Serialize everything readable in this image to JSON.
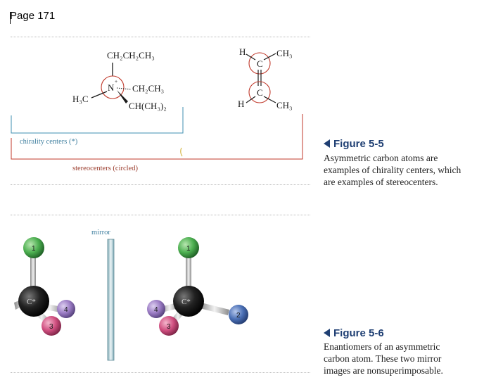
{
  "page_label": "Page 171",
  "figure_5_5": {
    "molecule_left": {
      "top": "CH₂CH₂CH₃",
      "center": "N",
      "right_upper": "CH₂CH₃",
      "right_lower": "CH(CH₃)₂",
      "left": "H₃C"
    },
    "molecule_right": {
      "h_top": "H",
      "ch3_top": "CH₃",
      "c_top": "C",
      "c_bottom": "C",
      "h_bottom": "H",
      "ch3_bottom": "CH₃"
    },
    "chirality_label": "chirality centers (*)",
    "stereocenters_label": "stereocenters (circled)",
    "title": "Figure 5-5",
    "caption": [
      "Asymmetric carbon atoms are",
      "examples of chirality centers, which",
      "are examples of stereocenters."
    ]
  },
  "figure_5_6": {
    "mirror_label": "mirror",
    "left_model": {
      "center": "C*",
      "atom1": "1",
      "atom3": "3",
      "atom4": "4"
    },
    "right_model": {
      "center": "C*",
      "atom1": "1",
      "atom2": "2",
      "atom3": "3",
      "atom4": "4"
    },
    "title": "Figure 5-6",
    "caption": [
      "Enantiomers of an asymmetric",
      "carbon atom. These two mirror",
      "images are nonsuperimposable."
    ]
  },
  "colors": {
    "figure_title": "#1f3f73",
    "chirality_line": "#3f8fb0",
    "stereocenter_line": "#c0392b",
    "atom_green": "#4caf50",
    "atom_pink": "#d04f80",
    "atom_violet": "#9b7cc4",
    "atom_blue": "#4a6fb5",
    "atom_black": "#1a1a1a"
  }
}
